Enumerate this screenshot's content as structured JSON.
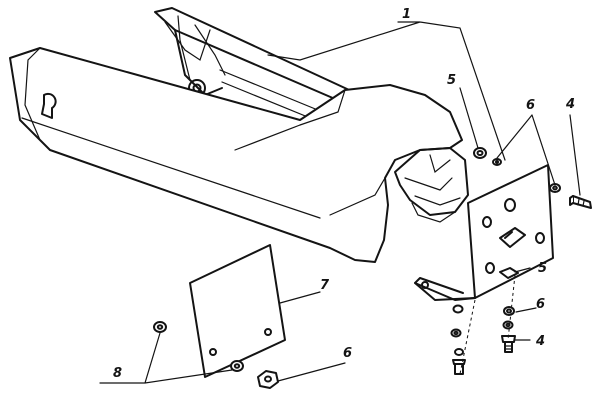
{
  "callouts": [
    {
      "id": "c1",
      "number": "1"
    },
    {
      "id": "c5a",
      "number": "5"
    },
    {
      "id": "c6a",
      "number": "6"
    },
    {
      "id": "c4a",
      "number": "4"
    },
    {
      "id": "c5b",
      "number": "5"
    },
    {
      "id": "c6b",
      "number": "6"
    },
    {
      "id": "c4b",
      "number": "4"
    },
    {
      "id": "c7",
      "number": "7"
    },
    {
      "id": "c8",
      "number": "8"
    },
    {
      "id": "c6c",
      "number": "6"
    }
  ]
}
